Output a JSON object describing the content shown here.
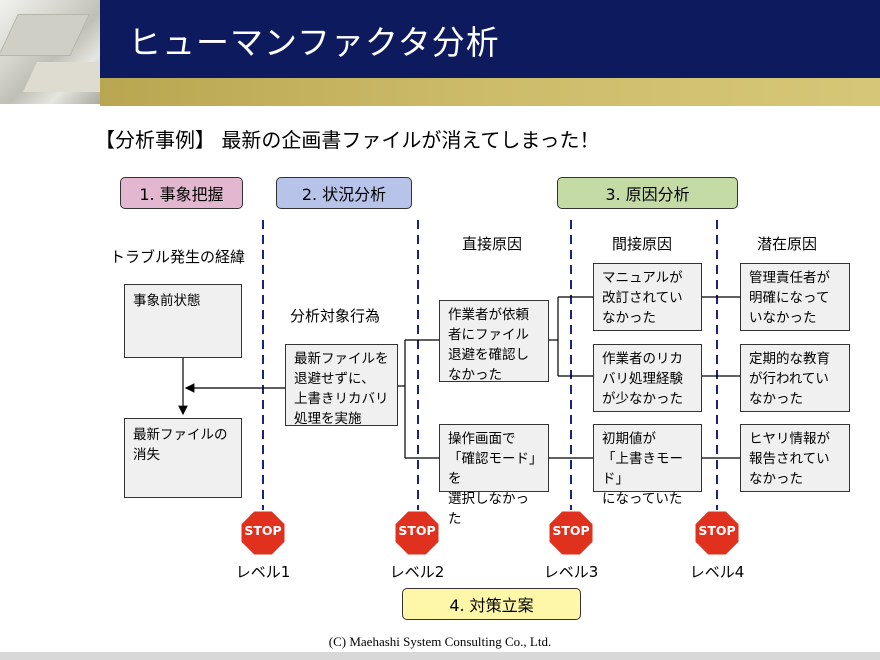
{
  "title": "ヒューマンファクタ分析",
  "case_line": "【分析事例】 最新の企画書ファイルが消えてしまった！",
  "phases": {
    "p1": "1. 事象把握",
    "p2": "2. 状況分析",
    "p3": "3. 原因分析",
    "p4": "4. 対策立案"
  },
  "headings": {
    "trouble": "トラブル発生の経緯",
    "target": "分析対象行為",
    "direct": "直接原因",
    "indirect": "間接原因",
    "latent": "潜在原因"
  },
  "boxes": {
    "before": "事象前状態",
    "lost": "最新ファイルの\n消失",
    "action": "最新ファイルを\n退避せずに、\n上書きリカバリ\n処理を実施",
    "direct1": "作業者が依頼\n者にファイル\n退避を確認し\nなかった",
    "direct2": "操作画面で\n「確認モード」を\n選択しなかった",
    "indirect1": "マニュアルが\n改訂されてい\nなかった",
    "indirect2": "作業者のリカ\nバリ処理経験\nが少なかった",
    "indirect3": "初期値が\n「上書きモード」\nになっていた",
    "latent1": "管理責任者が\n明確になって\nいなかった",
    "latent2": "定期的な教育\nが行われてい\nなかった",
    "latent3": "ヒヤリ情報が\n報告されてい\nなかった"
  },
  "stop_text": "STOP",
  "levels": [
    "レベル1",
    "レベル2",
    "レベル3",
    "レベル4"
  ],
  "footer": "(C) Maehashi System Consulting Co., Ltd.",
  "colors": {
    "title_bar": "#0d1b5e",
    "gold_bar": "#c8b562",
    "phase1": "#e3b7cf",
    "phase2": "#b7c3e8",
    "phase3": "#c5dba6",
    "phase4": "#fff7a8",
    "stop": "#e0301e"
  },
  "icons": [
    "stop-sign-icon",
    "arrow-icon"
  ]
}
